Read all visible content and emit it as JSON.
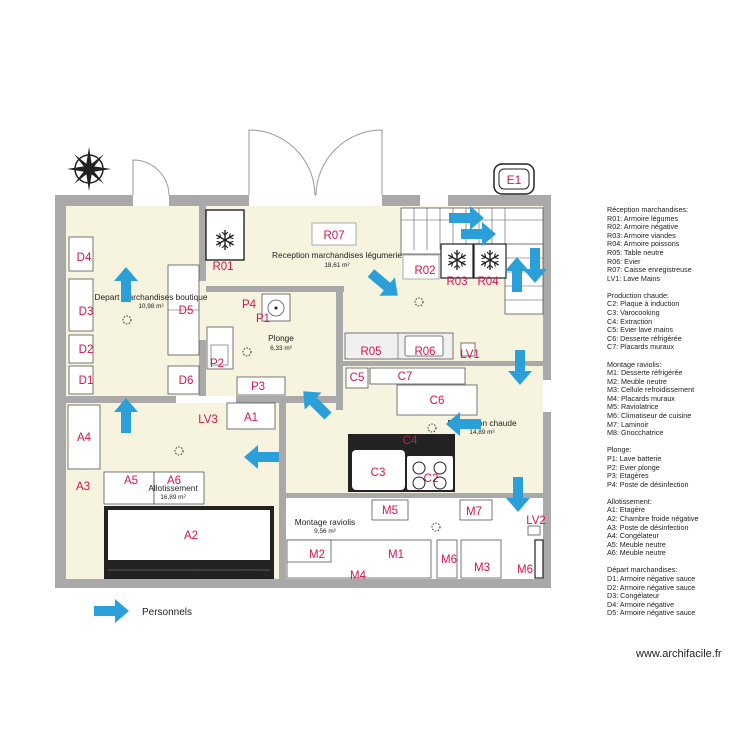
{
  "colors": {
    "wall": "#a9a9a9",
    "floor": "#f6f3df",
    "floor_white": "#ffffff",
    "code_red": "#d4164f",
    "arrow_blue": "#2a9fd8",
    "dark": "#222222",
    "counter_grey": "#f0f0f0"
  },
  "rooms": [
    {
      "id": "reception",
      "name": "Reception marchandises légumerie",
      "area": "18,61 m²"
    },
    {
      "id": "depart",
      "name": "Depart marchandises boutique",
      "area": "10,98 m²"
    },
    {
      "id": "plonge",
      "name": "Plonge",
      "area": "6,33 m²"
    },
    {
      "id": "production",
      "name": "Production chaude",
      "area": "14,89 m²"
    },
    {
      "id": "allotissement",
      "name": "Allotissement",
      "area": "16,89 m²"
    },
    {
      "id": "raviolis",
      "name": "Montage raviolis",
      "area": "9,56 m²"
    }
  ],
  "codes": {
    "E1": "E1",
    "R07": "R07",
    "R01": "R01",
    "R02": "R02",
    "R03": "R03",
    "R04": "R04",
    "R05": "R05",
    "R06": "R06",
    "LV1": "LV1",
    "LV2": "LV2",
    "LV3": "LV3",
    "P1": "P1",
    "P2": "P2",
    "P3": "P3",
    "P4": "P4",
    "C2": "C2",
    "C3": "C3",
    "C4": "C4",
    "C5": "C5",
    "C6": "C6",
    "C7": "C7",
    "D1": "D1",
    "D2": "D2",
    "D3": "D3",
    "D4": "D4",
    "D5": "D5",
    "D6": "D6",
    "A1": "A1",
    "A2": "A2",
    "A3": "A3",
    "A4": "A4",
    "A5": "A5",
    "A6": "A6",
    "M1": "M1",
    "M2": "M2",
    "M3": "M3",
    "M4": "M4",
    "M5": "M5",
    "M6a": "M6",
    "M6b": "M6",
    "M7": "M7"
  },
  "legend": {
    "reception": {
      "title": "Réception marchandises:",
      "items": [
        "R01: Armoire légumes",
        "R02: Armoire négative",
        "R03: Armoire viandes",
        "R04: Armoire poissons",
        "R05: Table neutre",
        "R06: Evier",
        "R07: Caisse enregistreuse",
        "LV1: Lave Mains"
      ]
    },
    "production": {
      "title": "Production chaude:",
      "items": [
        "C2: Plaque à induction",
        "C3: Varocooking",
        "C4: Extraction",
        "C5: Evier lave mains",
        "C6: Desserte réfrigérée",
        "C7: Placards muraux"
      ]
    },
    "raviolis": {
      "title": "Montage raviolis:",
      "items": [
        "M1: Desserte réfrigérée",
        "M2: Meuble neutre",
        "M3: Cellule refroidissement",
        "M4: Placards muraux",
        "M5: Raviolatrice",
        "M6: Climatiseur de cuisine",
        "M7: Laminoir",
        "M8: Gnocchatrice"
      ]
    },
    "plonge": {
      "title": "Plonge:",
      "items": [
        "P1: Lave batterie",
        "P2: Evier plonge",
        "P3: Etagères",
        "P4: Poste de désinfection"
      ]
    },
    "allotissement": {
      "title": "Allotissement:",
      "items": [
        "A1: Etagère",
        "A2: Chambre froide négative",
        "A3: Poste de désinfection",
        "A4: Congélateur",
        "A5: Meuble neutre",
        "A6: Meuble neutre"
      ]
    },
    "depart": {
      "title": "Départ marchandises:",
      "items": [
        "D1: Armoire négative sauce",
        "D2: Armoire négative sauce",
        "D3: Congélateur",
        "D4: Armoire négative",
        "D5: Armoire négative sauce"
      ]
    }
  },
  "arrow_legend": "Personnels",
  "footer": "www.archifacile.fr",
  "icons": {
    "compass": "compass-rose-icon",
    "snowflake": "snowflake-icon",
    "arrow": "direction-arrow-icon"
  }
}
